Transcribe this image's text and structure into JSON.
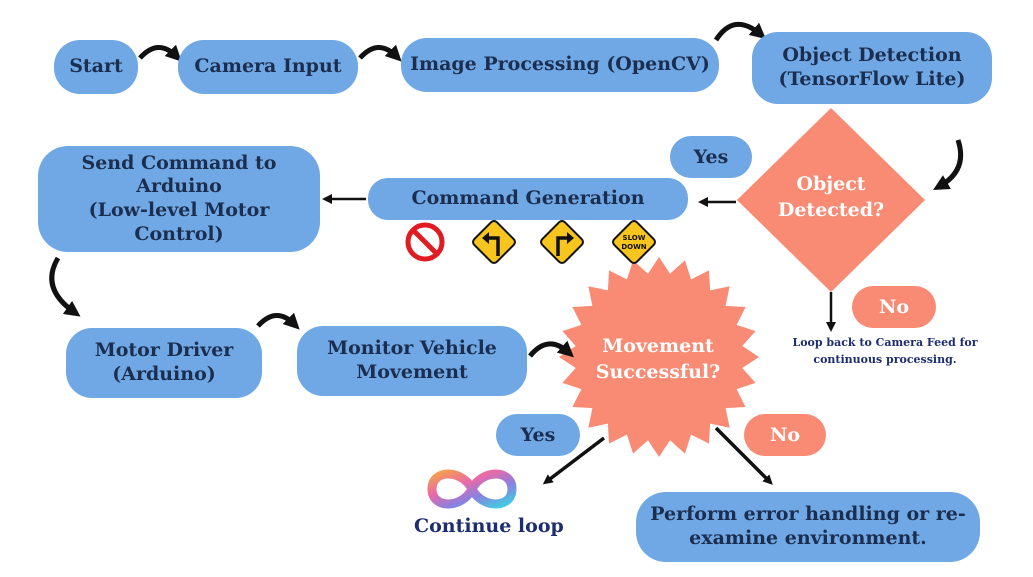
{
  "nodes": {
    "start": "Start",
    "camera_input": "Camera Input",
    "image_processing": "Image Processing (OpenCV)",
    "object_detection": "Object Detection\n(TensorFlow Lite)",
    "object_detected": "Object\nDetected?",
    "command_generation": "Command Generation",
    "send_command": "Send Command to Arduino\n(Low-level Motor Control)",
    "motor_driver": "Motor Driver\n(Arduino)",
    "monitor_vehicle": "Monitor Vehicle\nMovement",
    "movement_successful": "Movement\nSuccessful?",
    "error_handling": "Perform error handling or re-\nexamine environment."
  },
  "labels": {
    "yes_detected": "Yes",
    "no_detected": "No",
    "yes_movement": "Yes",
    "no_movement": "No",
    "loop_back_note": "Loop back to Camera Feed for\ncontinuous processing.",
    "continue_loop": "Continue loop"
  },
  "sign_icons": [
    {
      "name": "no-entry-sign-icon"
    },
    {
      "name": "turn-left-sign-icon"
    },
    {
      "name": "turn-right-sign-icon"
    },
    {
      "name": "slow-down-sign-icon",
      "text": "SLOW\nDOWN"
    }
  ],
  "colors": {
    "process_fill": "#6fa8e4",
    "decision_fill": "#f98b74",
    "text_dark": "#1c2e4f",
    "note_text": "#1d2d70",
    "arrow": "#111111"
  }
}
